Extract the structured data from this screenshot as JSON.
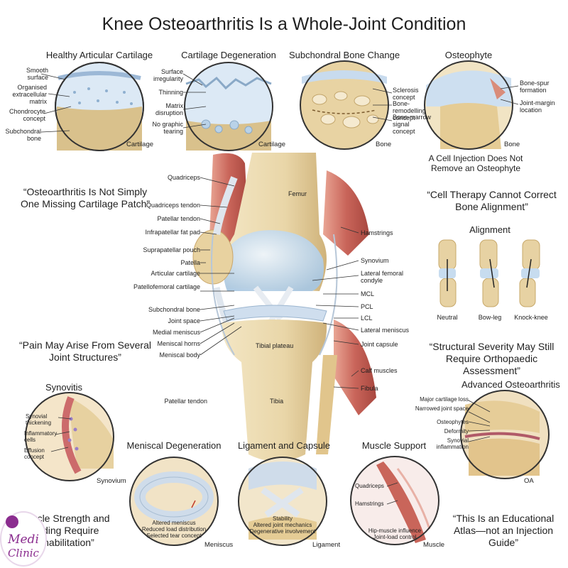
{
  "title": "Knee Osteoarthritis Is a Whole-Joint Condition",
  "panels": {
    "healthy": {
      "title": "Healthy Articular Cartilage",
      "labels": [
        "Smooth surface",
        "Organised extracellular matrix",
        "Chondrocyte concept",
        "Subchondral bone"
      ],
      "caption": "Cartilage"
    },
    "degeneration": {
      "title": "Cartilage Degeneration",
      "labels": [
        "Surface irregularity",
        "Thinning",
        "Matrix disruption",
        "No graphic tearing"
      ],
      "caption": "Cartilage"
    },
    "bone": {
      "title": "Subchondral Bone Change",
      "labels": [
        "Sclerosis concept",
        "Bone-remodelling concept",
        "Bone-marrow signal concept"
      ],
      "caption": "Bone"
    },
    "osteophyte": {
      "title": "Osteophyte",
      "labels": [
        "Bone-spur formation",
        "Joint-margin location"
      ],
      "caption": "Bone",
      "note": "A Cell Injection Does Not Remove an Osteophyte"
    },
    "synovitis": {
      "title": "Synovitis",
      "labels": [
        "Synovial thickening",
        "Inflammatory cells",
        "Effusion concept"
      ],
      "caption": "Synovium"
    },
    "meniscal": {
      "title": "Meniscal Degeneration",
      "lines": [
        "Altered meniscus",
        "Reduced load distribution",
        "Selected tear concept"
      ],
      "caption": "Meniscus"
    },
    "ligament": {
      "title": "Ligament and Capsule",
      "lines": [
        "Stability",
        "Altered joint mechanics",
        "Degenerative involvement"
      ],
      "caption": "Ligament"
    },
    "muscle": {
      "title": "Muscle Support",
      "labels": [
        "Quadriceps",
        "Hamstrings"
      ],
      "lines": [
        "Hip-muscle influence",
        "Joint-load control"
      ],
      "caption": "Muscle"
    },
    "advanced": {
      "title": "Advanced Osteoarthritis",
      "labels": [
        "Major cartilage loss",
        "Narrowed joint space",
        "Osteophytes",
        "Deformity",
        "Synovial inflammation"
      ],
      "caption": "OA"
    },
    "alignment": {
      "title": "Alignment",
      "items": [
        "Neutral",
        "Bow-leg",
        "Knock-knee"
      ]
    }
  },
  "quotes": {
    "q1": "“Osteoarthritis Is Not Simply One Missing Cartilage Patch”",
    "q2": "“Cell Therapy Cannot Correct Bone Alignment”",
    "q3": "“Pain May Arise From Several Joint Structures”",
    "q4": "“Structural Severity May Still Require Orthopaedic Assessment”",
    "q5": "“Muscle Strength and Loading Require Rehabilitation”",
    "q6": "“This Is an Educational Atlas—not an Injection Guide”"
  },
  "knee_labels_left": [
    "Quadriceps",
    "Quadriceps tendon",
    "Patellar tendon",
    "Infrapatellar fat pad",
    "Suprapatellar pouch",
    "Patella",
    "Articular cartilage",
    "Patellofemoral cartilage",
    "Subchondral bone",
    "Joint space",
    "Medial meniscus",
    "Meniscal horns",
    "Meniscal body",
    "Patellar tendon"
  ],
  "knee_labels_right": [
    "Hamstrings",
    "Synovium",
    "Lateral femoral condyle",
    "MCL",
    "PCL",
    "LCL",
    "Lateral meniscus",
    "Joint capsule",
    "Calf muscles",
    "Fibula"
  ],
  "knee_labels_center": [
    "Femur",
    "Tibial plateau",
    "Tibia"
  ],
  "logo": {
    "line1": "Medi",
    "line2": "Clinic"
  },
  "colors": {
    "muscle": "#c9655a",
    "bone": "#e9d6a8",
    "cartilage": "#c6ddee",
    "ligament": "#dfe6ee",
    "logo": "#8b2d8f"
  }
}
